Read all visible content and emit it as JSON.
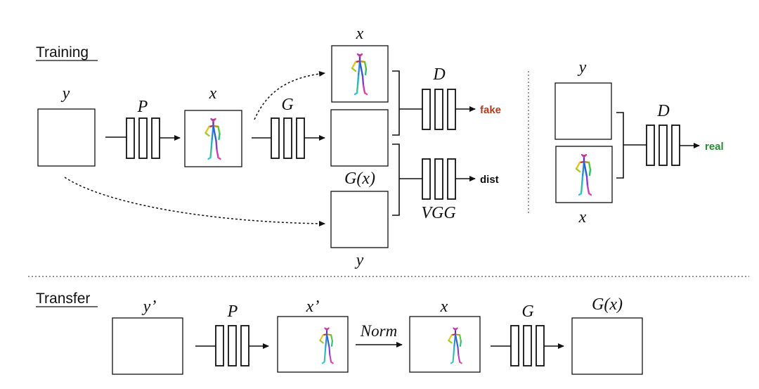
{
  "sections": {
    "training_title": "Training",
    "transfer_title": "Transfer"
  },
  "labels": {
    "y": "y",
    "x": "x",
    "P": "P",
    "G": "G",
    "D": "D",
    "Gx": "G(x)",
    "VGG": "VGG",
    "y_prime": "y’",
    "x_prime": "x’",
    "Norm": "Norm"
  },
  "outputs": {
    "fake": "fake",
    "dist": "dist",
    "real": "real"
  },
  "colors": {
    "fake": "#b53a1c",
    "real": "#2c8a37",
    "dist": "#111111",
    "stroke": "#111111"
  }
}
